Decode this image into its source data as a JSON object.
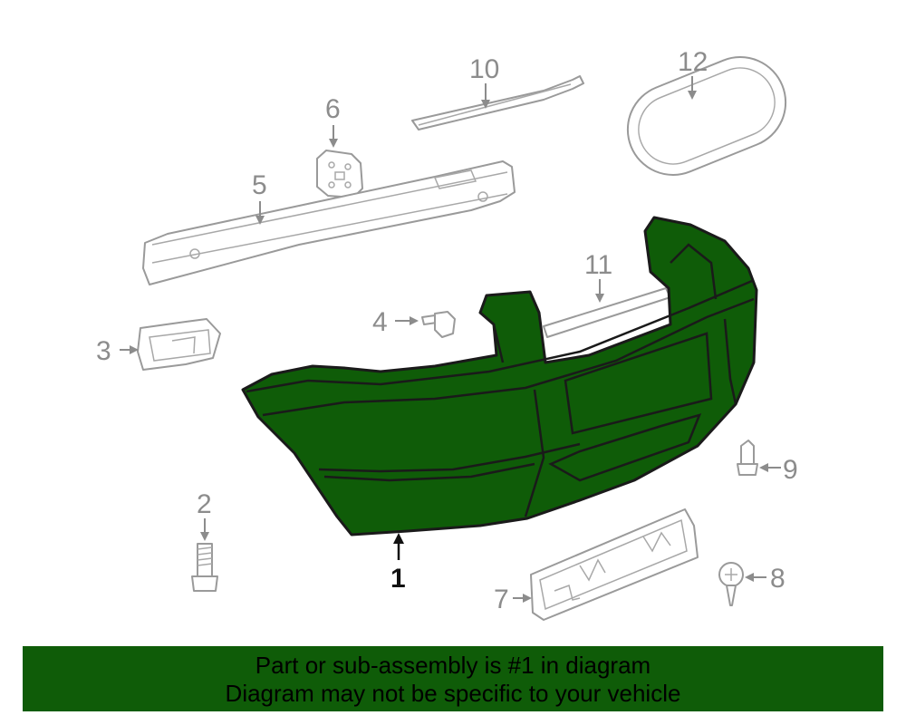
{
  "colors": {
    "highlight": "#0f5c08",
    "part_outline": "#9a9a9a",
    "callout_text": "#8c8c8c",
    "banner_background": "#0f5c08"
  },
  "callouts": {
    "c1": "1",
    "c2": "2",
    "c3": "3",
    "c4": "4",
    "c5": "5",
    "c6": "6",
    "c7": "7",
    "c8": "8",
    "c9": "9",
    "c10": "10",
    "c11": "11",
    "c12": "12"
  },
  "highlighted_part": "1",
  "banner": {
    "line1": "Part or sub-assembly is #1 in diagram",
    "line2": "Diagram may not be specific to your vehicle"
  }
}
